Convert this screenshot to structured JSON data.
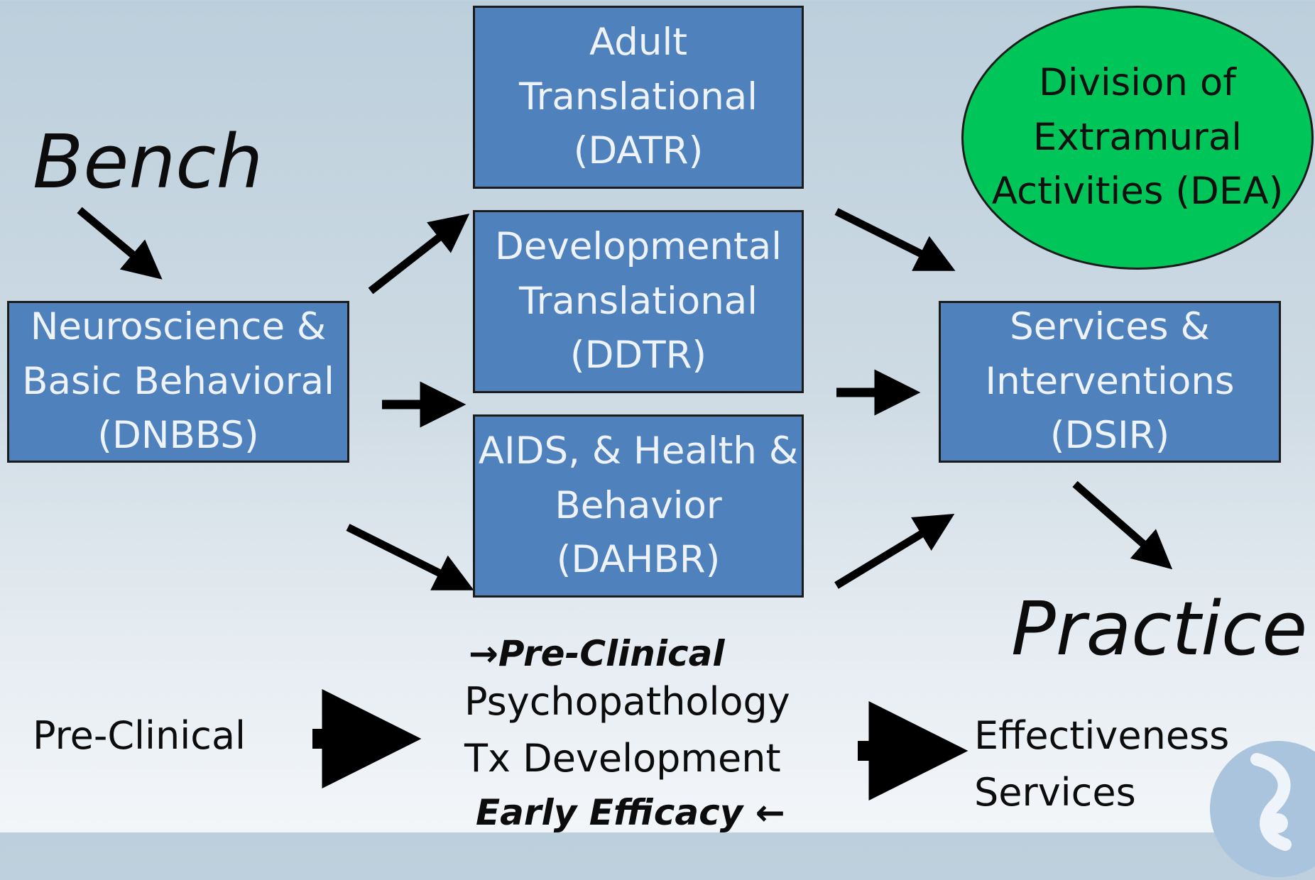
{
  "labels": {
    "bench": "Bench",
    "practice": "Practice"
  },
  "boxes": {
    "dnbbs": [
      "Neuroscience &",
      "Basic Behavioral",
      "(DNBBS)"
    ],
    "datr": [
      "Adult",
      "Translational",
      "(DATR)"
    ],
    "ddtr": [
      "Developmental",
      "Translational",
      "(DDTR)"
    ],
    "dahbr": [
      "AIDS, & Health &",
      "Behavior",
      "(DAHBR)"
    ],
    "dsir": [
      "Services &",
      "Interventions",
      "(DSIR)"
    ],
    "dea": [
      "Division of",
      "Extramural",
      "Activities (DEA)"
    ]
  },
  "bottom": {
    "left": "Pre-Clinical",
    "center": {
      "line1_arrow": "→",
      "line1": "Pre-Clinical",
      "line2": "Psychopathology",
      "line3": "Tx Development",
      "line4": "Early Efficacy",
      "line4_arrow": "←"
    },
    "right": [
      "Effectiveness",
      "Services"
    ]
  },
  "colors": {
    "box_fill": "#4f81bd",
    "box_text": "#eef3fa",
    "ellipse_fill": "#00c65a",
    "arrow": "#000000"
  }
}
